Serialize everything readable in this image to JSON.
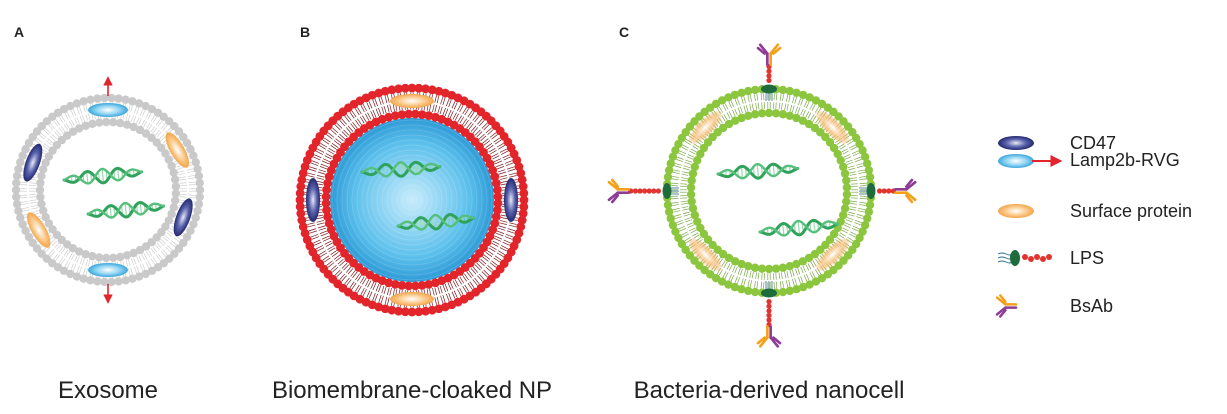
{
  "panels": [
    {
      "letter": "A",
      "caption": "Exosome"
    },
    {
      "letter": "B",
      "caption": "Biomembrane-cloaked NP"
    },
    {
      "letter": "C",
      "caption": "Bacteria-derived nanocell"
    }
  ],
  "legend": {
    "items": [
      {
        "label": "CD47",
        "icon": "cd47-icon"
      },
      {
        "label": "Lamp2b-RVG",
        "icon": "lamp2b-rvg-icon"
      },
      {
        "label": "Surface protein",
        "icon": "surface-protein-icon"
      },
      {
        "label": "LPS",
        "icon": "lps-icon"
      },
      {
        "label": "BsAb",
        "icon": "bsab-icon"
      }
    ]
  },
  "colors": {
    "exosome_lipid": "#c9c9c9",
    "np_lipid": "#e2242b",
    "np_core": "#3aa6dc",
    "nanocell_lipid": "#8cc63f",
    "cd47": "#2e3a87",
    "lamp2b": "#5bbbe8",
    "arrow": "#e2242b",
    "surface_protein": "#f7a941",
    "lps": "#1e6b3c",
    "bsab_purple": "#8e3b96",
    "bsab_orange": "#f4a019",
    "rna": "#2fa35b"
  }
}
